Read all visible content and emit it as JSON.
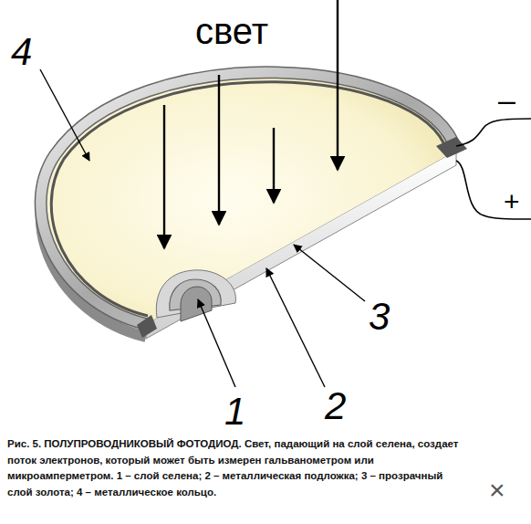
{
  "diagram": {
    "caption": "Рис. 5. ПОЛУПРОВОДНИКОВЫЙ ФОТОДИОД. Свет, падающий на слой селена, создает поток электронов, который может быть измерен гальванометром или микроамперметром. 1 – слой селена; 2 – металлическая подложка; 3 – прозрачный слой золота; 4 – металлическое кольцо.",
    "labels": [
      "свет",
      "4",
      "3",
      "1",
      "2",
      "–",
      "+",
      "×"
    ]
  }
}
